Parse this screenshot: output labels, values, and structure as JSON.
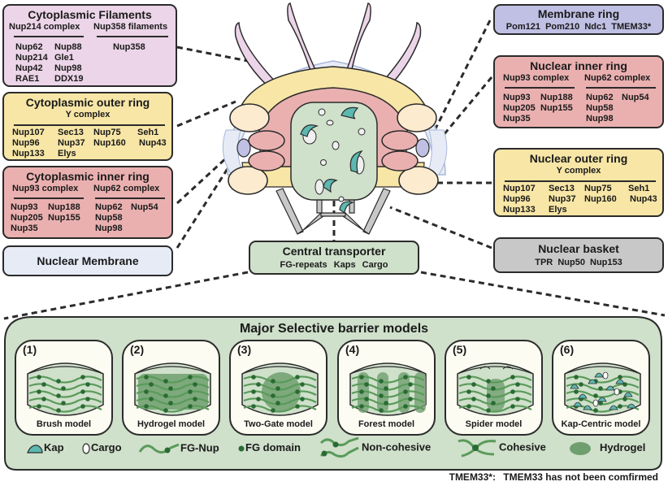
{
  "colors": {
    "filaments": "#ecd5e8",
    "outer_ring": "#f7e6a6",
    "inner_ring": "#eab0b0",
    "membrane": "#e6ebf6",
    "membrane_ring": "#c0bfe4",
    "basket": "#c8c8c8",
    "central": "#cfe0cb",
    "kap": "#5cb8b0",
    "fg": "#3f7f47",
    "fg_dark": "#2a6a33",
    "hydrogel": "#6f9f6f",
    "panel": "#cfe0cb",
    "model_bg": "#fdfcf2"
  },
  "cytoplasmic_filaments": {
    "title": "Cytoplasmic Filaments",
    "groups": [
      {
        "name": "Nup214 complex",
        "rows": [
          [
            "Nup62",
            "Nup88"
          ],
          [
            "Nup214",
            "Gle1"
          ],
          [
            "Nup42",
            "Nup98"
          ],
          [
            "RAE1",
            "DDX19"
          ]
        ]
      },
      {
        "name": "Nup358 filaments",
        "rows": [
          [
            "Nup358"
          ]
        ]
      }
    ]
  },
  "cytoplasmic_outer_ring": {
    "title": "Cytoplasmic outer ring",
    "subtitle": "Y complex",
    "rows": [
      [
        "Nup107",
        "Sec13",
        "Nup75",
        "Seh1"
      ],
      [
        "Nup96",
        "Nup37",
        "Nup160",
        "Nup43"
      ],
      [
        "Nup133",
        "Elys"
      ]
    ]
  },
  "cytoplasmic_inner_ring": {
    "title": "Cytoplasmic inner ring",
    "groups": [
      {
        "name": "Nup93 complex",
        "rows": [
          [
            "Nup93",
            "Nup188"
          ],
          [
            "Nup205",
            "Nup155"
          ],
          [
            "Nup35"
          ]
        ]
      },
      {
        "name": "Nup62 complex",
        "rows": [
          [
            "Nup62",
            "Nup54"
          ],
          [
            "Nup58"
          ],
          [
            "Nup98"
          ]
        ]
      }
    ]
  },
  "nuclear_membrane": {
    "title": "Nuclear Membrane"
  },
  "membrane_ring": {
    "title": "Membrane ring",
    "items": [
      "Pom121",
      "Pom210",
      "Ndc1",
      "TMEM33*"
    ]
  },
  "nuclear_inner_ring": {
    "title": "Nuclear inner ring",
    "groups": [
      {
        "name": "Nup93 complex",
        "rows": [
          [
            "Nup93",
            "Nup188"
          ],
          [
            "Nup205",
            "Nup155"
          ],
          [
            "Nup35"
          ]
        ]
      },
      {
        "name": "Nup62 complex",
        "rows": [
          [
            "Nup62",
            "Nup54"
          ],
          [
            "Nup58"
          ],
          [
            "Nup98"
          ]
        ]
      }
    ]
  },
  "nuclear_outer_ring": {
    "title": "Nuclear outer ring",
    "subtitle": "Y complex",
    "rows": [
      [
        "Nup107",
        "Sec13",
        "Nup75",
        "Seh1"
      ],
      [
        "Nup96",
        "Nup37",
        "Nup160",
        "Nup43"
      ],
      [
        "Nup133",
        "Elys"
      ]
    ]
  },
  "nuclear_basket": {
    "title": "Nuclear basket",
    "items": [
      "TPR",
      "Nup50",
      "Nup153"
    ]
  },
  "central_transporter": {
    "title": "Central transporter",
    "items": [
      "FG-repeats",
      "Kaps",
      "Cargo"
    ]
  },
  "barrier_models": {
    "title": "Major Selective barrier models",
    "models": [
      {
        "num": "(1)",
        "label": "Brush model"
      },
      {
        "num": "(2)",
        "label": "Hydrogel model"
      },
      {
        "num": "(3)",
        "label": "Two-Gate model"
      },
      {
        "num": "(4)",
        "label": "Forest model"
      },
      {
        "num": "(5)",
        "label": "Spider model"
      },
      {
        "num": "(6)",
        "label": "Kap-Centric model"
      }
    ],
    "legend": [
      {
        "icon": "kap-icon",
        "label": "Kap"
      },
      {
        "icon": "cargo-icon",
        "label": "Cargo"
      },
      {
        "icon": "fg-nup-icon",
        "label": "FG-Nup"
      },
      {
        "icon": "fg-domain-icon",
        "label": "FG domain"
      },
      {
        "icon": "non-cohesive-icon",
        "label": "Non-cohesive"
      },
      {
        "icon": "cohesive-icon",
        "label": "Cohesive"
      },
      {
        "icon": "hydrogel-icon",
        "label": "Hydrogel"
      }
    ]
  },
  "footnote": {
    "key": "TMEM33*:",
    "text": "TMEM33 has not been comfirmed"
  }
}
